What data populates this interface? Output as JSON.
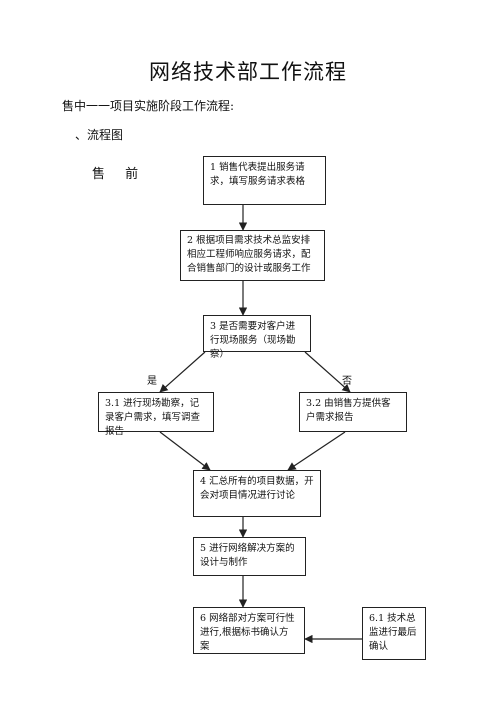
{
  "document": {
    "title": "网络技术部工作流程",
    "subtitle": "售中一一项目实施阶段工作流程:",
    "section": "、流程图",
    "stage_label": "售 前"
  },
  "flow": {
    "step1": "1 销售代表提出服务请求，填写服务请求表格",
    "step2": "2 根据项目需求技术总监安排相应工程师响应服务请求，配合销售部门的设计或服务工作",
    "step3": "3 是否需要对客户进行现场服务（现场勘察）",
    "yes_label": "是",
    "no_label": "否",
    "step3_1": "3.1 进行现场勘察，记录客户需求，填写调查报告",
    "step3_2": "3.2 由销售方提供客户需求报告",
    "step4": "4 汇总所有的项目数据，开会对项目情况进行讨论",
    "step5": "5 进行网络解决方案的设计与制作",
    "step6": "6 网络部对方案可行性进行,根据标书确认方案",
    "step6_1": "6.1 技术总监进行最后确认"
  }
}
